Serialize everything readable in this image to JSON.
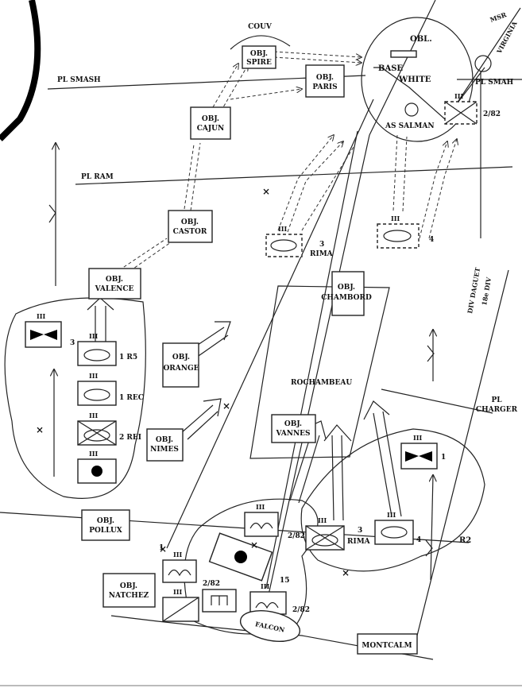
{
  "objectives": {
    "spire": [
      "OBJ.",
      "SPIRE"
    ],
    "paris": [
      "OBJ.",
      "PARIS"
    ],
    "cajun": [
      "OBJ.",
      "CAJUN"
    ],
    "castor": [
      "OBJ.",
      "CASTOR"
    ],
    "valence": [
      "OBJ.",
      "VALENCE"
    ],
    "orange": [
      "OBJ.",
      "ORANGE"
    ],
    "nimes": [
      "OBJ.",
      "NIMES"
    ],
    "pollux": [
      "OBJ.",
      "POLLUX"
    ],
    "natchez": [
      "OBJ.",
      "NATCHEZ"
    ],
    "vannes": [
      "OBJ.",
      "VANNES"
    ],
    "chambord": [
      "OBJ.",
      "CHAMBORD"
    ],
    "obl": "OBL."
  },
  "phase_lines": {
    "smash_left": "PL SMASH",
    "smash_right": "PL SMAH",
    "ram": "PL RAM",
    "charger": [
      "PL",
      "CHARGER"
    ],
    "r2": "R2"
  },
  "places": {
    "couv": "COUV",
    "base_white": [
      "BASE",
      "WHITE"
    ],
    "as_salman": "AS SALMAN",
    "rochambeau": "ROCHAMBEAU",
    "montcalm": "MONTCALM",
    "falcon": "FALCON",
    "div_daguet": "DIV DAGUET",
    "div_18": "18e DIV",
    "virginia": "VIRGINIA",
    "msr": "MSR"
  },
  "units": {
    "r5": "1 R5",
    "rec": "1 REC",
    "rei": "2 REI",
    "rima3_top": [
      "3",
      "RIMA"
    ],
    "rima4_top": "4",
    "rima3_bottom": [
      "3",
      "RIMA"
    ],
    "num4_bottom": "4",
    "num1_right": "1",
    "num3_left": "3",
    "num1_bottom": "1",
    "num15": "15",
    "b282_top": "2/82",
    "b282_mid": "2/82",
    "b282_low": "2/82",
    "b282_bottom": "2/82",
    "unit_marker": "III"
  }
}
